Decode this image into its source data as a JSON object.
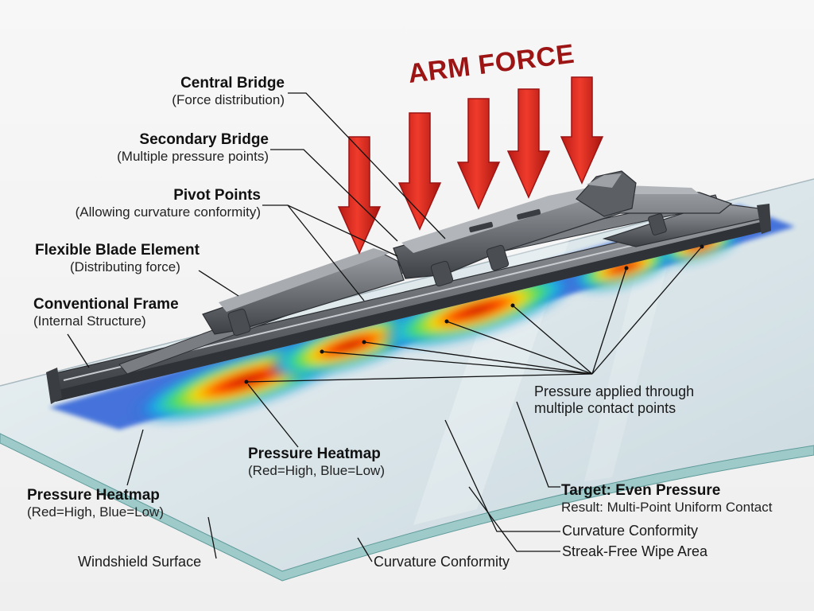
{
  "arm_force": "ARM FORCE",
  "labels": {
    "central_bridge": {
      "title": "Central Bridge",
      "sub": "(Force distribution)"
    },
    "secondary_bridge": {
      "title": "Secondary Bridge",
      "sub": "(Multiple pressure points)"
    },
    "pivot_points": {
      "title": "Pivot Points",
      "sub": "(Allowing curvature conformity)"
    },
    "flexible_blade": {
      "title": "Flexible Blade Element",
      "sub": "(Distributing force)"
    },
    "conventional_frame": {
      "title": "Conventional Frame",
      "sub": "(Internal Structure)"
    },
    "pressure_applied": {
      "line1": "Pressure applied through",
      "line2": "multiple contact points"
    },
    "heatmap_center": {
      "title": "Pressure Heatmap",
      "sub": "(Red=High, Blue=Low)"
    },
    "heatmap_left": {
      "title": "Pressure Heatmap",
      "sub": "(Red=High, Blue=Low)"
    },
    "target": {
      "title": "Target: Even Pressure",
      "sub": "Result: Multi-Point Uniform Contact"
    },
    "curvature_right": "Curvature Conformity",
    "streak_free": "Streak-Free Wipe Area",
    "windshield": "Windshield Surface",
    "curvature_bottom": "Curvature Conformity"
  },
  "colors": {
    "arrow": "#e0291f",
    "arrow_dark": "#9c1414",
    "glass": "#dfe8ec",
    "glass_edge": "#7fb8b8",
    "frame": "#6b6f74",
    "frame_dark": "#3a3d41"
  }
}
